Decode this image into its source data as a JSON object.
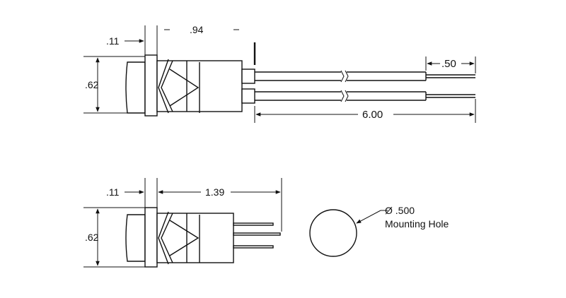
{
  "top_view": {
    "dim_bezel_width": ".11",
    "dim_body_length": ".94",
    "dim_height": ".62",
    "dim_strip_length": ".50",
    "dim_lead_length": "6.00"
  },
  "bottom_view": {
    "dim_bezel_width": ".11",
    "dim_overall_length": "1.39",
    "dim_height": ".62"
  },
  "mounting_hole": {
    "diameter": "Ø .500",
    "label": "Mounting Hole"
  }
}
